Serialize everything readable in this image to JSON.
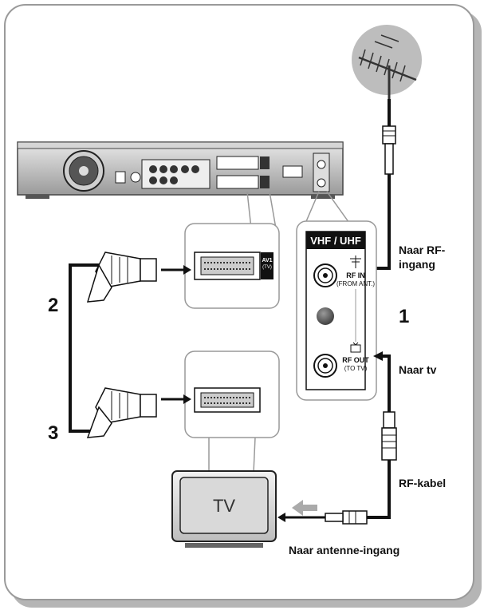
{
  "labels": {
    "naar_rf_line1": "Naar RF-",
    "naar_rf_line2": "ingang",
    "naar_tv": "Naar tv",
    "rf_kabel": "RF-kabel",
    "naar_antenne": "Naar antenne-ingang",
    "step_1": "1",
    "step_2": "2",
    "step_3": "3"
  },
  "panel": {
    "title": "VHF / UHF",
    "rf_in": "RF IN",
    "rf_in_sub": "(FROM ANT.)",
    "rf_out": "RF OUT",
    "rf_out_sub": "(TO TV)"
  },
  "scart": {
    "av1": "AV1",
    "av1_sub": "(TV)"
  },
  "tv": {
    "label": "TV"
  }
}
